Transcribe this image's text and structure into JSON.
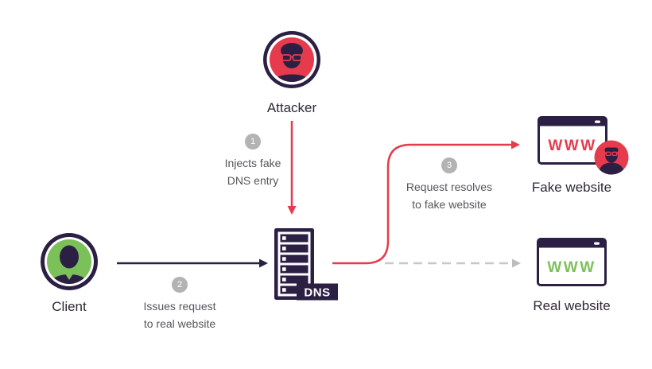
{
  "diagram": {
    "topic": "DNS spoofing flow"
  },
  "nodes": {
    "attacker": {
      "label": "Attacker"
    },
    "client": {
      "label": "Client"
    },
    "dns_server": {
      "label": "DNS"
    },
    "fake_website": {
      "label": "Fake website",
      "www_text": "WWW"
    },
    "real_website": {
      "label": "Real website",
      "www_text": "WWW"
    }
  },
  "steps": [
    {
      "number": "1",
      "text_line1": "Injects fake",
      "text_line2": "DNS entry"
    },
    {
      "number": "2",
      "text_line1": "Issues request",
      "text_line2": "to real website"
    },
    {
      "number": "3",
      "text_line1": "Request resolves",
      "text_line2": "to fake website"
    }
  ],
  "colors": {
    "navy": "#2b2044",
    "red": "#e63b4c",
    "green": "#7cc05a",
    "step_circle_gray": "#b3b3b3",
    "step_text_gray": "#55565a",
    "dashed_line_gray": "#c8c8c8",
    "label_text": "#2d2935",
    "white": "#ffffff"
  }
}
